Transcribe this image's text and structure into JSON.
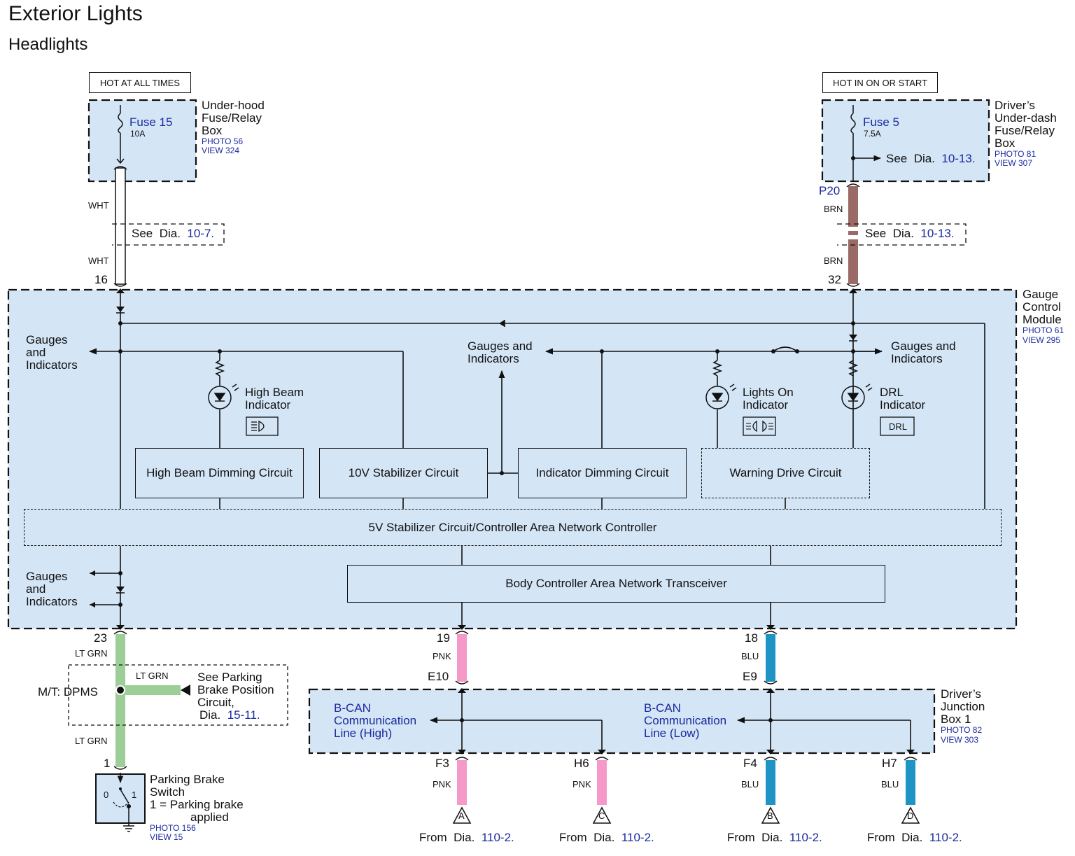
{
  "title": "Exterior Lights",
  "subtitle": "Headlights",
  "power": {
    "left_tag": "HOT AT ALL TIMES",
    "right_tag": "HOT IN ON OR START"
  },
  "underhood_box": {
    "fuse_name": "Fuse 15",
    "fuse_rating": "10A",
    "name_lines": [
      "Under-hood",
      "Fuse/Relay",
      "Box"
    ],
    "photo": "PHOTO 56",
    "view": "VIEW 324"
  },
  "underdash_box": {
    "fuse_name": "Fuse 5",
    "fuse_rating": "7.5A",
    "name_lines": [
      "Driver’s",
      "Under-dash",
      "Fuse/Relay",
      "Box"
    ],
    "photo": "PHOTO 81",
    "view": "VIEW 307",
    "see_prefix": "See",
    "see_dia": "Dia.",
    "see_ref": "10-13."
  },
  "left_wire": {
    "color_top": "WHT",
    "color_bottom": "WHT",
    "see_prefix": "See",
    "see_dia": "Dia.",
    "see_ref": "10-7.",
    "pin": "16"
  },
  "right_wire": {
    "connector": "P20",
    "color_top": "BRN",
    "color_bottom": "BRN",
    "see_prefix": "See",
    "see_dia": "Dia.",
    "see_ref": "10-13.",
    "pin": "32"
  },
  "gcm": {
    "name_lines": [
      "Gauge",
      "Control",
      "Module"
    ],
    "photo": "PHOTO 61",
    "view": "VIEW 295",
    "gauges_left_top": [
      "Gauges",
      "and",
      "Indicators"
    ],
    "gauges_mid": [
      "Gauges and",
      "Indicators"
    ],
    "gauges_right": [
      "Gauges and",
      "Indicators"
    ],
    "gauges_left_bottom": [
      "Gauges",
      "and",
      "Indicators"
    ],
    "high_beam_ind": [
      "High Beam",
      "Indicator"
    ],
    "lights_on_ind": [
      "Lights On",
      "Indicator"
    ],
    "drl_ind": [
      "DRL",
      "Indicator"
    ],
    "drl_symbol": "DRL",
    "circuits": {
      "high_beam_dimming": "High Beam Dimming Circuit",
      "stabilizer_10v": "10V Stabilizer Circuit",
      "indicator_dimming": "Indicator Dimming Circuit",
      "warning_drive": "Warning Drive Circuit",
      "can_controller": "5V Stabilizer Circuit/Controller Area Network Controller",
      "can_transceiver": "Body Controller Area Network Transceiver"
    }
  },
  "lower_left": {
    "pin_23": "23",
    "color_a": "LT GRN",
    "color_branch": "LT GRN",
    "color_b": "LT GRN",
    "dpms_label": "M/T: DPMS",
    "see_lines": [
      "See Parking",
      "Brake Position",
      "Circuit,"
    ],
    "see_dia": "Dia.",
    "see_ref": "15-11.",
    "pin_1": "1",
    "switch_name": [
      "Parking Brake",
      "Switch"
    ],
    "switch_desc": [
      "1 = Parking brake",
      "applied"
    ],
    "switch_pos0": "0",
    "switch_pos1": "1",
    "photo": "PHOTO 156",
    "view": "VIEW 15"
  },
  "can_wires": {
    "pin_19": "19",
    "pnk_a": "PNK",
    "conn_e10": "E10",
    "pin_18": "18",
    "blu_a": "BLU",
    "conn_e9": "E9"
  },
  "junction_box": {
    "name_lines": [
      "Driver’s",
      "Junction",
      "Box 1"
    ],
    "photo": "PHOTO 82",
    "view": "VIEW 303",
    "bcan_high": [
      "B-CAN",
      "Communication",
      "Line (High)"
    ],
    "bcan_low": [
      "B-CAN",
      "Communication",
      "Line (Low)"
    ]
  },
  "outputs": [
    {
      "pin": "F3",
      "color": "PNK",
      "letter": "A",
      "from": "From",
      "dia": "Dia.",
      "ref": "110-2."
    },
    {
      "pin": "H6",
      "color": "PNK",
      "letter": "C",
      "from": "From",
      "dia": "Dia.",
      "ref": "110-2."
    },
    {
      "pin": "F4",
      "color": "BLU",
      "letter": "B",
      "from": "From",
      "dia": "Dia.",
      "ref": "110-2."
    },
    {
      "pin": "H7",
      "color": "BLU",
      "letter": "D",
      "from": "From",
      "dia": "Dia.",
      "ref": "110-2."
    }
  ],
  "colors": {
    "module_fill": "#d4e5f6",
    "wht_wire": "#ffffff",
    "brn_wire": "#9a6a66",
    "pnk_wire": "#f59ac8",
    "blu_wire": "#1e94c4",
    "ltgrn_wire": "#9dce98",
    "ref_blue": "#1a2aa0"
  }
}
